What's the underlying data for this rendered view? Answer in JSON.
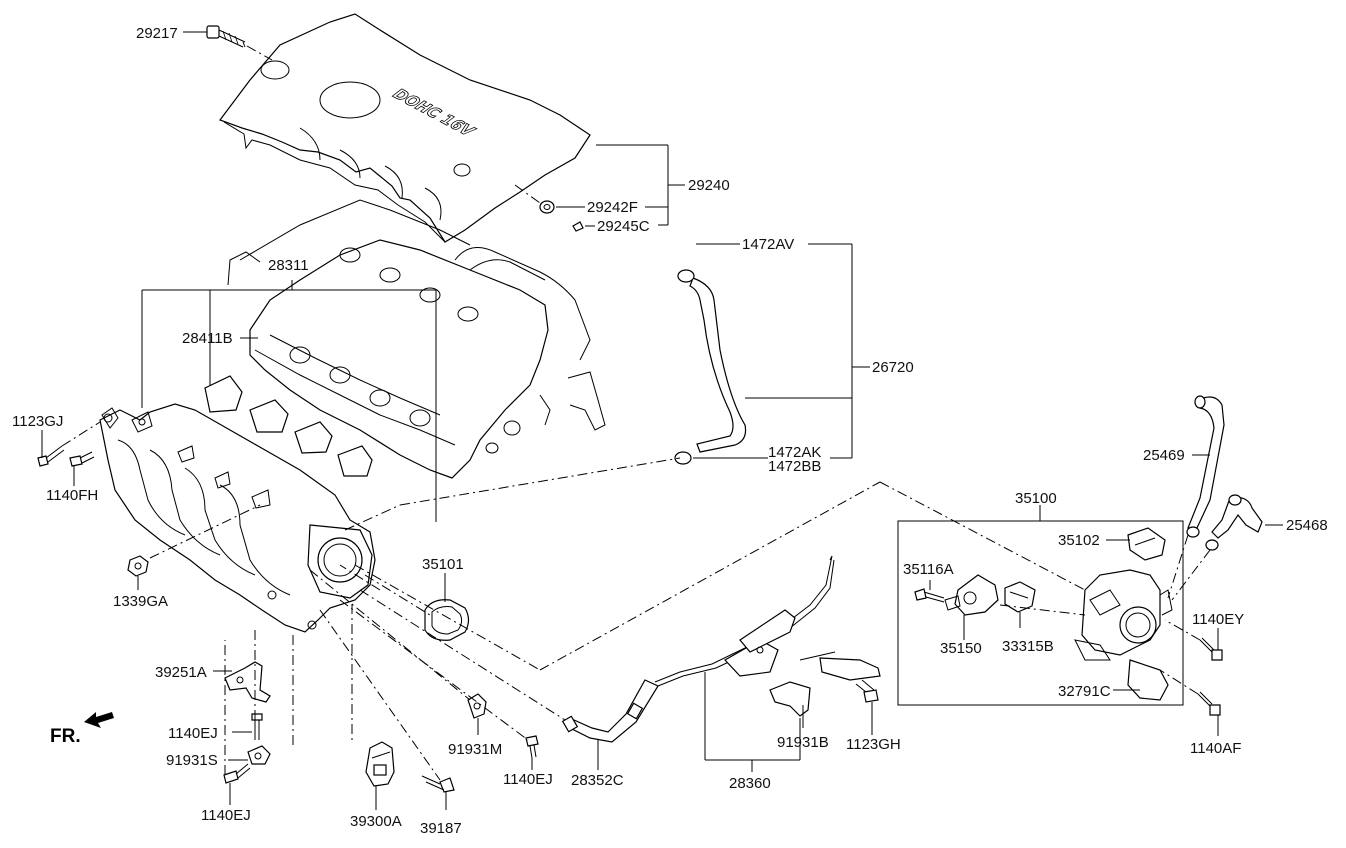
{
  "diagram": {
    "orientation_label": "FR.",
    "engine_cover_lettering": "DOHC 16V",
    "parts": {
      "p29217": "29217",
      "p29240": "29240",
      "p29242F": "29242F",
      "p29245C": "29245C",
      "p28311": "28311",
      "p28411B": "28411B",
      "p1472AV": "1472AV",
      "p26720": "26720",
      "p1472AK": "1472AK",
      "p1472BB": "1472BB",
      "p1123GJ": "1123GJ",
      "p1140FH": "1140FH",
      "p25469": "25469",
      "p35100": "35100",
      "p25468": "25468",
      "p35102": "35102",
      "p35116A": "35116A",
      "p35101": "35101",
      "p1339GA": "1339GA",
      "p1140EY": "1140EY",
      "p35150": "35150",
      "p33315B": "33315B",
      "p39251A": "39251A",
      "p32791C": "32791C",
      "p1140EJ_a": "1140EJ",
      "p91931M": "91931M",
      "p91931B": "91931B",
      "p1123GH": "1123GH",
      "p1140AF": "1140AF",
      "p91931S": "91931S",
      "p1140EJ_b": "1140EJ",
      "p28352C": "28352C",
      "p28360": "28360",
      "p1140EJ_c": "1140EJ",
      "p39300A": "39300A",
      "p39187": "39187"
    }
  }
}
